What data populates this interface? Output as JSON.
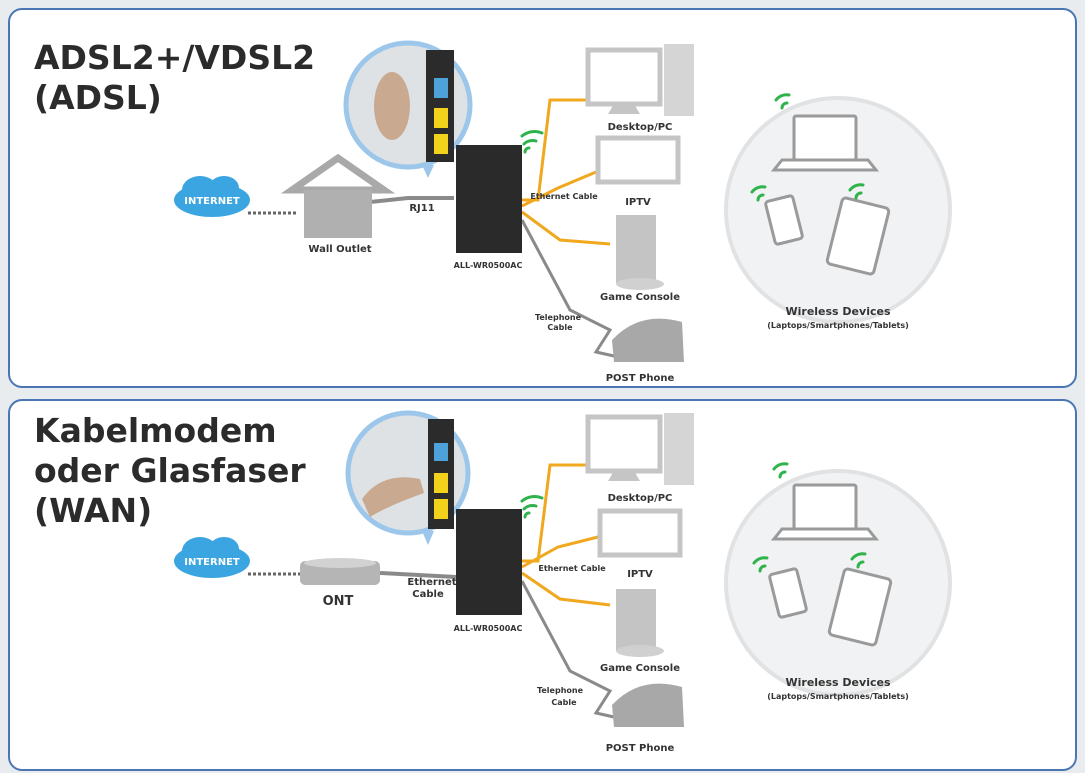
{
  "panels": [
    {
      "title": "ADSL2+/VDSL2\n(ADSL)",
      "internet": "INTERNET",
      "source_label": "Wall Outlet",
      "link_label": "RJ11",
      "router_label": "ALL-WR0500AC",
      "ethernet_label": "Ethernet Cable",
      "telephone_cable_label": [
        "Telephone",
        "Cable"
      ],
      "devices": {
        "desktop": "Desktop/PC",
        "iptv": "IPTV",
        "console": "Game Console",
        "phone": "POST Phone"
      },
      "wireless_title": "Wireless Devices",
      "wireless_sub": "(Laptops/Smartphones/Tablets)"
    },
    {
      "title": "Kabelmodem\noder Glasfaser\n(WAN)",
      "internet": "INTERNET",
      "source_label": "ONT",
      "link_label": [
        "Ethernet",
        "Cable"
      ],
      "router_label": "ALL-WR0500AC",
      "ethernet_label": "Ethernet Cable",
      "telephone_cable_label": [
        "Telephone",
        "Cable"
      ],
      "devices": {
        "desktop": "Desktop/PC",
        "iptv": "IPTV",
        "console": "Game Console",
        "phone": "POST Phone"
      },
      "wireless_title": "Wireless Devices",
      "wireless_sub": "(Laptops/Smartphones/Tablets)"
    }
  ],
  "colors": {
    "panel_border": "#4a76b4",
    "ethernet_cable": "#f0a81e",
    "grey_cable": "#8a8a8a",
    "wifi": "#2fb34a",
    "cloud": "#3aa5e0",
    "router": "#2a2a2a"
  }
}
